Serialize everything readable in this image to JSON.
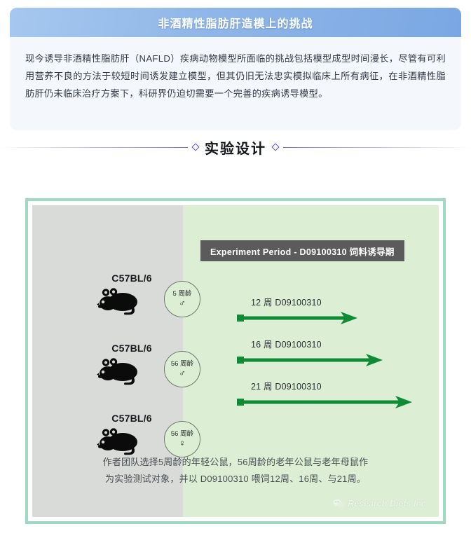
{
  "callout": {
    "title": "非酒精性脂肪肝造模上的挑战",
    "body": "现今诱导非酒精性脂肪肝（NAFLD）疾病动物模型所面临的挑战包括模型成型时间漫长，尽管有可利用营养不良的方法于较短时间诱发建立模型，但其仍旧无法忠实模拟临床上所有病征，在非酒精性脂肪肝仍未临床治疗方案下，科研界仍迫切需要一个完善的疾病诱导模型。"
  },
  "section": {
    "title": "实验设计"
  },
  "diagram": {
    "period_banner": "Experiment Period  - D09100310 饲料诱导期",
    "rows": [
      {
        "strain": "C57BL/6",
        "age": "5 周龄",
        "sex": "♂",
        "icon": "mouse-icon"
      },
      {
        "strain": "C57BL/6",
        "age": "56 周龄",
        "sex": "♂",
        "icon": "mouse-icon"
      },
      {
        "strain": "C57BL/6",
        "age": "56 周龄",
        "sex": "♀",
        "icon": "mouse-icon"
      }
    ],
    "arrows": [
      {
        "label": "12 周 D09100310"
      },
      {
        "label": "16 周 D09100310"
      },
      {
        "label": "21 周 D09100310"
      }
    ],
    "caption_line1": "作者团队选择5周龄的年轻公鼠，56周龄的老年公鼠与老年母鼠作",
    "caption_line2": "为实验测试对象，并以 D09100310 喂饲12周、16周、与21周。",
    "watermark": "Research Diets Inc"
  },
  "colors": {
    "header_blue": "#8fb6e8",
    "callout_bg": "#f4f8fd",
    "frame_teal": "#9fd9c4",
    "panel_gray": "#d8dbd8",
    "panel_green": "#dcefd5",
    "banner_gray": "#5b5b5b",
    "arrow_green": "#0f8a35",
    "diamond_purple": "#5b51cf"
  }
}
